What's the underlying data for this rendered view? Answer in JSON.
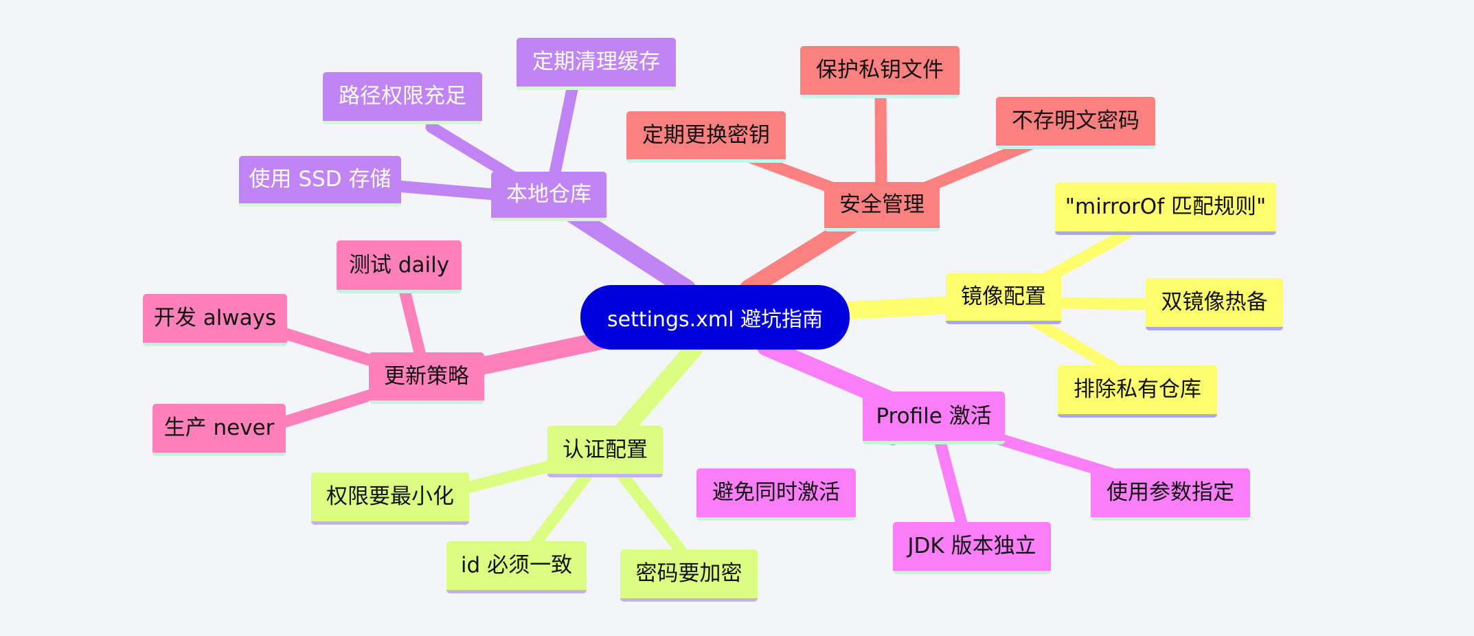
{
  "root": {
    "label": "settings.xml 避坑指南",
    "color": "#0000dd"
  },
  "branches": [
    {
      "label": "本地仓库",
      "color": "#c184f5",
      "text_color": "#ffffff",
      "underline": "#d5f5d5",
      "children": [
        "定期清理缓存",
        "路径权限充足",
        "使用 SSD 存储"
      ]
    },
    {
      "label": "安全管理",
      "color": "#fb8080",
      "text_color": "#111111",
      "underline": "#c9f3ee",
      "children": [
        "保护私钥文件",
        "定期更换密钥",
        "不存明文密码"
      ]
    },
    {
      "label": "镜像配置",
      "color": "#fdfd6e",
      "text_color": "#111111",
      "underline": "#a6a6f2",
      "children": [
        "\"mirrorOf 匹配规则\"",
        "双镜像热备",
        "排除私有仓库"
      ]
    },
    {
      "label": "Profile 激活",
      "color": "#fb7ef9",
      "text_color": "#111111",
      "underline": "#c9f3d9",
      "children": [
        "避免同时激活",
        "JDK 版本独立",
        "使用参数指定"
      ]
    },
    {
      "label": "认证配置",
      "color": "#dbfd82",
      "text_color": "#111111",
      "underline": "#c2b1ee",
      "children": [
        "权限要最小化",
        "id 必须一致",
        "密码要加密"
      ]
    },
    {
      "label": "更新策略",
      "color": "#fd80bb",
      "text_color": "#111111",
      "underline": "#c4f3df",
      "children": [
        "测试 daily",
        "开发 always",
        "生产 never"
      ]
    }
  ]
}
